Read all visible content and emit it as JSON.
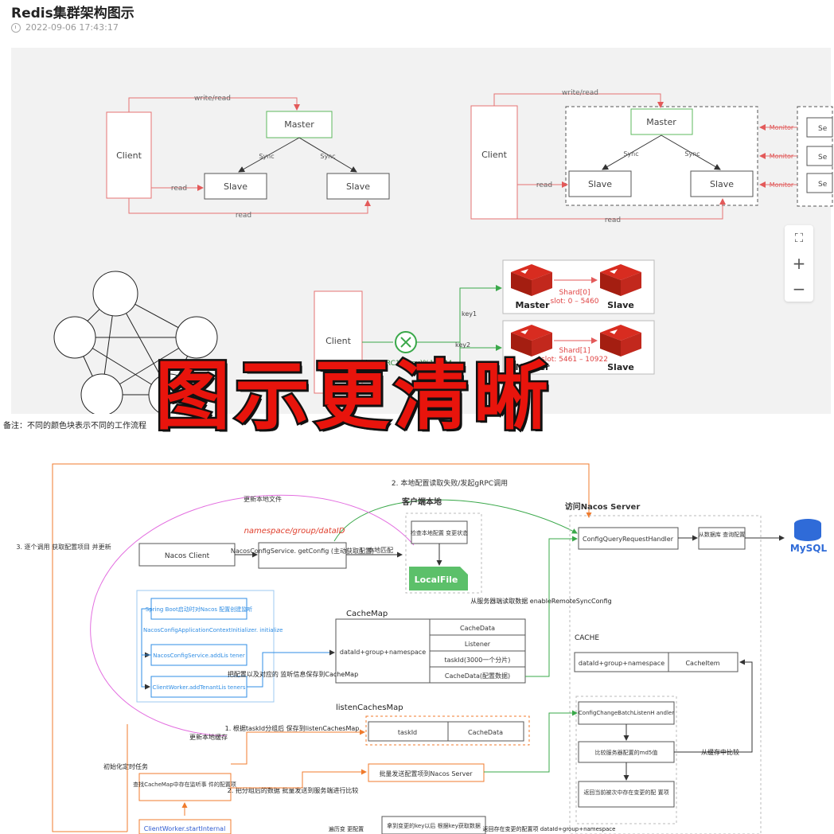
{
  "header": {
    "title": "Redis集群架构图示",
    "timestamp": "2022-09-06 17:43:17"
  },
  "diagram1": {
    "client": "Client",
    "master": "Master",
    "slave1": "Slave",
    "slave2": "Slave",
    "write_read": "write/read",
    "read_left": "read",
    "read_bottom": "read",
    "sync1": "Sync",
    "sync2": "Sync"
  },
  "diagram2": {
    "client": "Client",
    "master": "Master",
    "slave1": "Slave",
    "slave2": "Slave",
    "write_read": "write/read",
    "read_left": "read",
    "read_bottom": "read",
    "sync1": "Sync",
    "sync2": "Sync",
    "monitor": "Monitor",
    "sentinel": "Se"
  },
  "diagram3": {
    "client": "Client",
    "slot_label": "Slot=CRC16(key)%16384",
    "key1": "key1",
    "key2": "key2",
    "shard0": {
      "name": "Shard[0]",
      "slots": "slot: 0 – 5460",
      "master": "Master",
      "slave": "Slave"
    },
    "shard1": {
      "name": "Shard[1]",
      "slots": "slot: 5461 – 10922",
      "master": "Master",
      "slave": "Slave"
    }
  },
  "zoom": {
    "fit": "⛶",
    "plus": "+",
    "minus": "−"
  },
  "overlay": {
    "headline": "图示更清晰"
  },
  "lower": {
    "note": "备注：不同的颜色块表示不同的工作流程",
    "step2": "2. 本地配置读取失败/发起gRPC调用",
    "update_local_file": "更新本地文件",
    "client_local": "客户端本地",
    "access_server": "访问Nacos Server",
    "namespace": "namespace/group/dataID",
    "nacos_client": "Nacos Client",
    "get_config": "NacosConfigService.\ngetConfig (主动获取配置)",
    "step1_local": "1. 本地匹配",
    "check_local": "检查本地配置\n变更状态",
    "local_file": "LocalFile",
    "query_handler": "ConfigQueryRequestHandler",
    "from_db": "从数据库\n查询配置",
    "mysql": "MySQL",
    "step3": "3. 逐个调用\n获取配置项目\n并更新",
    "springboot": "Spring Boot启动时对Nacos\n配置创建监听",
    "ctx_init": "NacosConfigApplicationContextInitializer.\ninitialize",
    "add_listener": "NacosConfigService.addLis\ntener",
    "add_tenant": "ClientWorker.addTenantLis\nteners",
    "from_server": "从服务器端读取数据\nenableRemoteSyncConfig",
    "cachemap": "CacheMap",
    "cachemap_key": "dataId+group+namespace",
    "cache_rows": [
      "CacheData",
      "Listener",
      "taskId(3000一个分片)",
      "CacheData(配置数据)"
    ],
    "save_to_cachemap": "把配置以及对应的\n监听信息保存到CacheMap",
    "cache": "CACHE",
    "cache_key": "dataId+group+namespace",
    "cache_item": "CacheItem",
    "listencaches": "listenCachesMap",
    "taskid": "taskId",
    "cachedata": "CacheData",
    "update_cache": "更新本地缓存",
    "shard_save": "1. 根据taskId分组后\n保存到listenCachesMap",
    "batch_listen": "ConfigChangeBatchListenH\nandler",
    "compare_md5": "比较服务器配置的md5值",
    "from_cache": "从缓存中比较",
    "return_changed": "返回当前被次中存在变更的配\n置项",
    "init_task": "初始化定时任务",
    "find_listen": "查找CacheMap中存在监听事\n件的配置项",
    "batch_send": "2. 把分组后的数据\n批量发送到服务端进行比较",
    "batch_send_box": "批量发送配置项到Nacos Server",
    "start_internal": "ClientWorker.startInternal",
    "traverse": "遍历变\n更配置",
    "get_changed": "拿到变更的key以后\n根据key获取数据",
    "return_server": "返回存在变更的配置项\ndataId+group+namespace"
  }
}
